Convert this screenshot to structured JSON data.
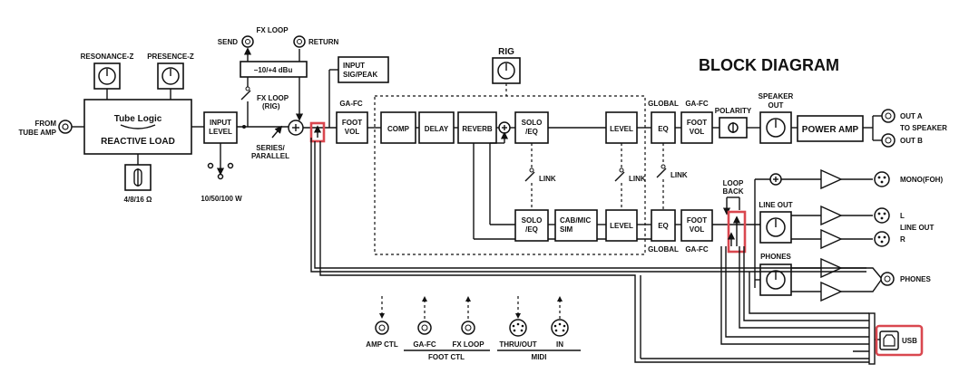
{
  "title": "BLOCK DIAGRAM",
  "labels": {
    "from_tube_amp_1": "FROM",
    "from_tube_amp_2": "TUBE AMP",
    "resonance": "RESONANCE-Z",
    "presence": "PRESENCE-Z",
    "tube_logic": "Tube Logic",
    "reactive_load": "REACTIVE LOAD",
    "impedance": "4/8/16 Ω",
    "input_level_1": "INPUT",
    "input_level_2": "LEVEL",
    "wattage": "10/50/100 W",
    "fx_loop": "FX LOOP",
    "send": "SEND",
    "return": "RETURN",
    "fx_level": "−10/+4 dBu",
    "fx_loop_rig_1": "FX LOOP",
    "fx_loop_rig_2": "(RIG)",
    "series_parallel_1": "SERIES/",
    "series_parallel_2": "PARALLEL",
    "input_sig_1": "INPUT",
    "input_sig_2": "SIG/PEAK",
    "gafc_1": "GA-FC",
    "foot_vol_1": "FOOT",
    "foot_vol_2": "VOL",
    "rig": "RIG",
    "comp": "COMP",
    "delay": "DELAY",
    "reverb": "REVERB",
    "solo_eq_1": "SOLO",
    "solo_eq_2": "/EQ",
    "level": "LEVEL",
    "link": "LINK",
    "cab_1": "CAB/MIC",
    "cab_2": "SIM",
    "global": "GLOBAL",
    "eq": "EQ",
    "gafc_2": "GA-FC",
    "polarity": "POLARITY",
    "speaker_out_1": "SPEAKER",
    "speaker_out_2": "OUT",
    "power_amp": "POWER AMP",
    "out_a": "OUT A",
    "to_speaker": "TO SPEAKER",
    "out_b": "OUT B",
    "loop_back_1": "LOOP",
    "loop_back_2": "BACK",
    "line_out": "LINE OUT",
    "mono_foh": "MONO(FOH)",
    "l": "L",
    "line_out_right": "LINE OUT",
    "r": "R",
    "phones": "PHONES",
    "phones_out": "PHONES",
    "usb": "USB",
    "amp_ctl": "AMP CTL",
    "ga_fc_jack": "GA-FC",
    "fx_loop_jack": "FX LOOP",
    "thru_out": "THRU/OUT",
    "in": "IN",
    "foot_ctl": "FOOT CTL",
    "midi": "MIDI"
  }
}
